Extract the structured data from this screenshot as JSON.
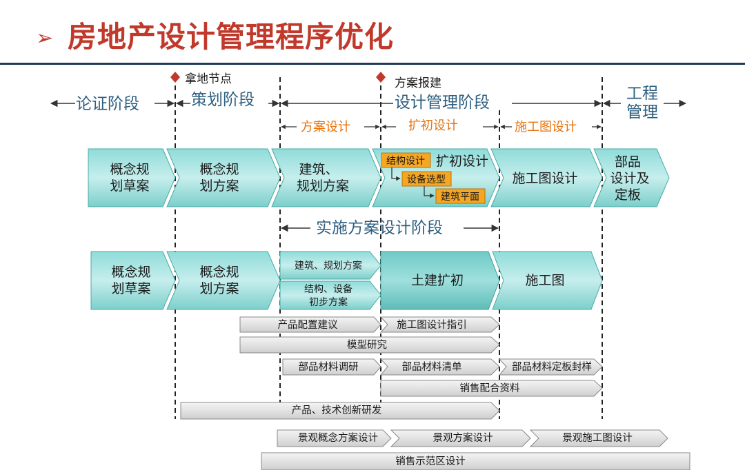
{
  "title": {
    "marker": "➢",
    "text": "房地产设计管理程序优化"
  },
  "milestones": [
    {
      "label": "拿地节点"
    },
    {
      "label": "方案报建"
    }
  ],
  "phases": [
    {
      "label": "论证阶段"
    },
    {
      "label": "策划阶段"
    },
    {
      "label": "设计管理阶段"
    },
    {
      "label_line1": "工程",
      "label_line2": "管理"
    }
  ],
  "subphases": [
    {
      "label": "方案设计"
    },
    {
      "label": "扩初设计"
    },
    {
      "label": "施工图设计"
    }
  ],
  "row1": {
    "stages": [
      {
        "lines": [
          "概念规",
          "划草案"
        ]
      },
      {
        "lines": [
          "概念规",
          "划方案"
        ]
      },
      {
        "lines": [
          "建筑、",
          "规划方案"
        ]
      },
      {
        "lines": [
          "扩初设计"
        ]
      },
      {
        "lines": [
          "施工图设计"
        ]
      },
      {
        "lines": [
          "部品",
          "设计及",
          "定板"
        ]
      }
    ],
    "tags": [
      "结构设计",
      "设备选型",
      "建筑平面"
    ]
  },
  "implementation_phase": {
    "label": "实施方案设计阶段"
  },
  "row2": {
    "stages": [
      {
        "lines": [
          "概念规",
          "划草案"
        ]
      },
      {
        "lines": [
          "概念规",
          "划方案"
        ]
      },
      {
        "lines": [
          "建筑、规划方案"
        ]
      },
      {
        "lines": [
          "结构、设备",
          "初步方案"
        ]
      },
      {
        "lines": [
          "土建扩初"
        ]
      },
      {
        "lines": [
          "施工图"
        ]
      }
    ]
  },
  "tasks": [
    {
      "label": "产品配置建议"
    },
    {
      "label": "施工图设计指引"
    },
    {
      "label": "模型研究"
    },
    {
      "label": "部品材料调研"
    },
    {
      "label": "部品材料清单"
    },
    {
      "label": "部品材料定板封样"
    },
    {
      "label": "销售配合资料"
    },
    {
      "label": "产品、技术创新研发"
    },
    {
      "label": "景观概念方案设计"
    },
    {
      "label": "景观方案设计"
    },
    {
      "label": "景观施工图设计"
    },
    {
      "label": "销售示范区设计"
    }
  ],
  "colors": {
    "title": "#c0392b",
    "phase_text": "#2e5f7f",
    "sub_text": "#e8720c",
    "teal_light": "#b8e6e4",
    "teal_mid": "#7fd3d0",
    "teal_dark": "#5fbfbb",
    "tag_fill": "#f5a623",
    "task_fill": "#e6e6e6",
    "milestone": "#c0392b"
  }
}
